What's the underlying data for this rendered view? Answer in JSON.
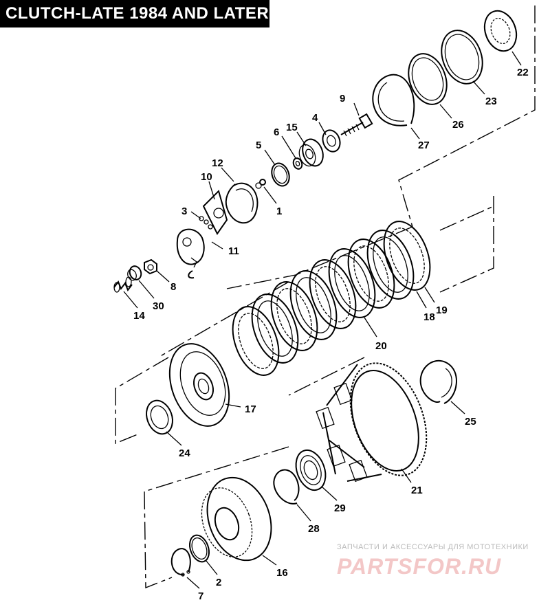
{
  "title": "CLUTCH-LATE 1984 AND LATER",
  "watermark": {
    "line1": "ЗАПЧАСТИ И АКСЕССУАРЫ ДЛЯ МОТОТЕХНИКИ",
    "line2": "PARTSFOR.RU"
  },
  "part_numbers": {
    "p1": "1",
    "p2": "2",
    "p3": "3",
    "p4": "4",
    "p5": "5",
    "p6": "6",
    "p7": "7",
    "p8": "8",
    "p9": "9",
    "p10": "10",
    "p11": "11",
    "p12": "12",
    "p14": "14",
    "p15": "15",
    "p16": "16",
    "p17": "17",
    "p18": "18",
    "p19": "19",
    "p20": "20",
    "p21": "21",
    "p22": "22",
    "p23": "23",
    "p24": "24",
    "p25": "25",
    "p26": "26",
    "p27": "27",
    "p28": "28",
    "p29": "29",
    "p30": "30"
  },
  "colors": {
    "ink": "#000000",
    "background": "#ffffff",
    "title_bg": "#000000",
    "title_fg": "#ffffff",
    "watermark_red": "#f3c7c7"
  }
}
